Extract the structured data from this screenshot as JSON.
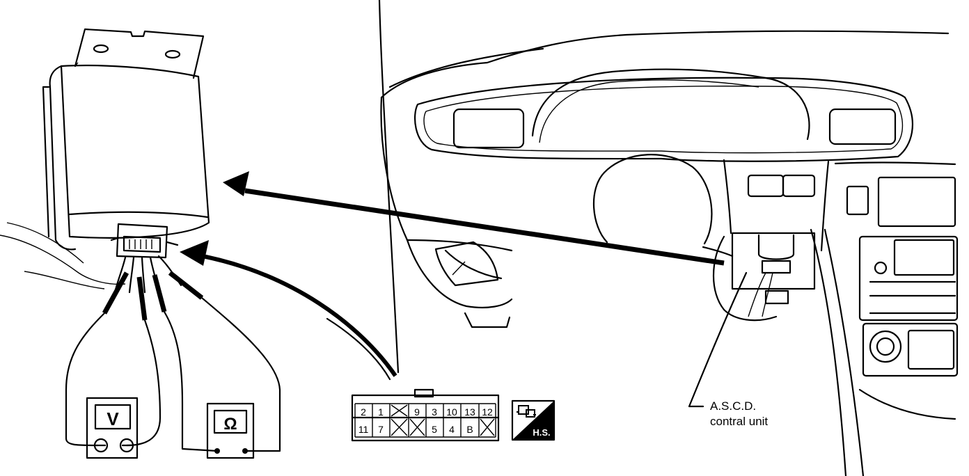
{
  "meters": {
    "voltmeter_symbol": "V",
    "ohmmeter_symbol": "Ω"
  },
  "connector": {
    "top_row": [
      "2",
      "1",
      "",
      "9",
      "3",
      "10",
      "13",
      "12"
    ],
    "bottom_row": [
      "11",
      "7",
      "",
      "",
      "5",
      "4",
      "B",
      ""
    ]
  },
  "hs_badge": {
    "label": "H.S.",
    "icon": "connector-plug-icon"
  },
  "callout": {
    "line1": "A.S.C.D.",
    "line2": "contral unit"
  }
}
